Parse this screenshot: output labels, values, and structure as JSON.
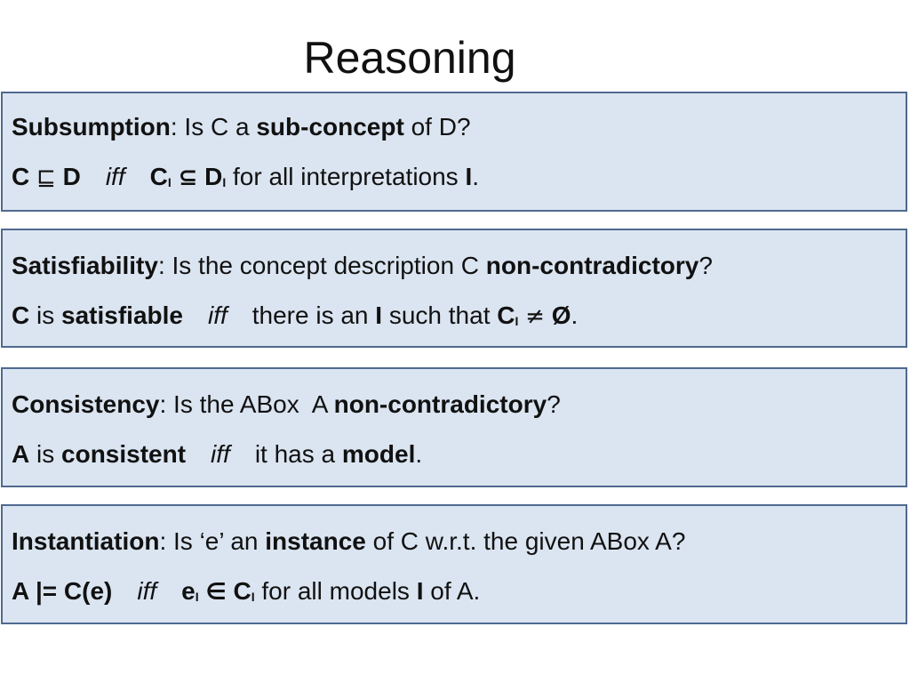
{
  "title": "Reasoning",
  "boxes": {
    "subsumption": {
      "term": "Subsumption",
      "q1": ": Is C a ",
      "q2": "sub-concept",
      "q3": " of D?",
      "f_c": "C",
      "f_op": "⊑",
      "f_d": "D",
      "f_iff": "iff",
      "f_ci": "C",
      "f_ci_sup": "I",
      "f_subset": "⊆",
      "f_di": "D",
      "f_di_sup": "I",
      "f_rest": " for all interpretations ",
      "f_i": "I",
      "f_end": "."
    },
    "satisfiability": {
      "term": "Satisfiability",
      "q1": ": Is the concept description C ",
      "q2": "non-contradictory",
      "q3": "?",
      "f_c": "C",
      "f_is": " is ",
      "f_sat": "satisfiable",
      "f_iff": "iff",
      "f_there": "there is an ",
      "f_i": "I",
      "f_such": " such that ",
      "f_ci": "C",
      "f_ci_sup": "I",
      "f_neq": "≠",
      "f_empty": "Ø",
      "f_end": "."
    },
    "consistency": {
      "term": "Consistency",
      "q1": ": Is the ABox  A ",
      "q2": "non-contradictory",
      "q3": "?",
      "f_a": "A",
      "f_is": " is ",
      "f_cons": "consistent",
      "f_iff": "iff",
      "f_has": "it has a ",
      "f_model": "model",
      "f_end": "."
    },
    "instantiation": {
      "term": "Instantiation",
      "q1": ": Is ‘e’ an ",
      "q2": "instance",
      "q3": " of C w.r.t. the given ABox A?",
      "f_entail": "A |= C(e)",
      "f_iff": "iff",
      "f_e": "e",
      "f_e_sup": "I",
      "f_in": "∈",
      "f_ci": "C",
      "f_ci_sup": "I",
      "f_rest": " for all models ",
      "f_i": "I",
      "f_end": " of A."
    }
  }
}
